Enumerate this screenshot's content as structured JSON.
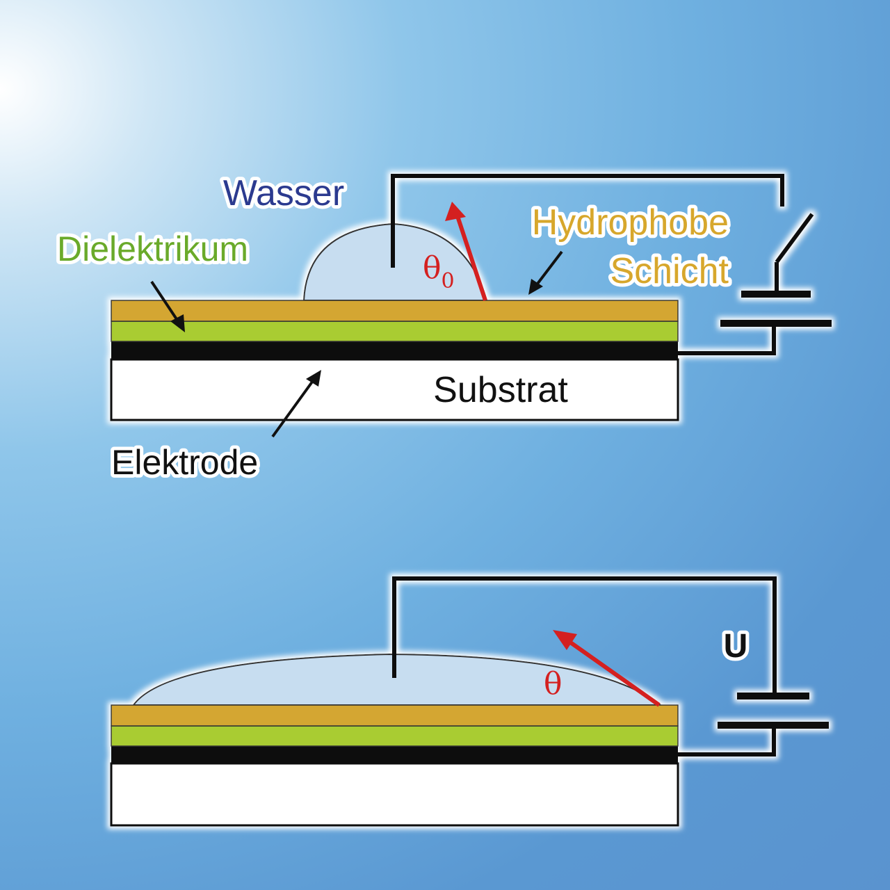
{
  "top_diagram": {
    "labels": {
      "water": "Wasser",
      "dielectric": "Dielektrikum",
      "hydrophobic_line1": "Hydrophobe",
      "hydrophobic_line2": "Schicht",
      "substrate": "Substrat",
      "electrode": "Elektrode",
      "angle_symbol": "θ",
      "angle_subscript": "0"
    }
  },
  "bottom_diagram": {
    "labels": {
      "angle_symbol": "θ",
      "voltage": "U"
    }
  },
  "colors": {
    "hydrophobic_layer": "#d4a630",
    "dielectric_layer": "#a9cc32",
    "electrode_layer": "#111111",
    "substrate": "#ffffff",
    "water_drop": "#c7ddf0",
    "angle_arrow": "#d42020",
    "water_label": "#2b3a8f",
    "dielectric_label": "#6aaa2a",
    "hydrophobic_label": "#d7a72c"
  }
}
